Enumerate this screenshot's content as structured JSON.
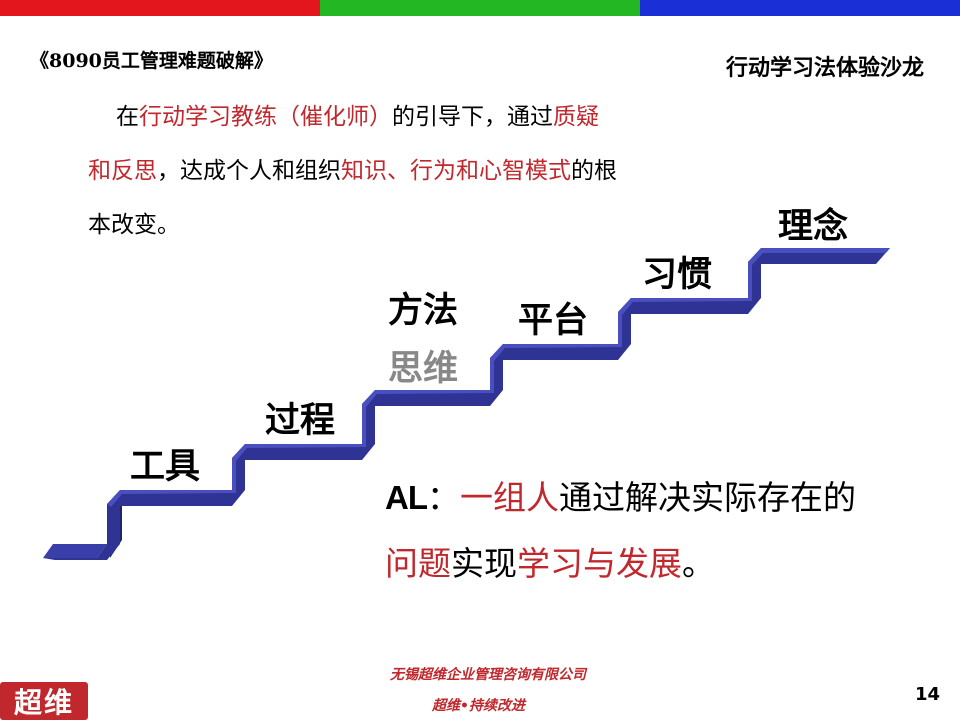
{
  "colors": {
    "bar_red": "#e3161e",
    "bar_green": "#23b823",
    "bar_blue": "#1a2fd6",
    "accent_red": "#c0282d",
    "stair_top": "#3a3ea8",
    "stair_riser": "#202566"
  },
  "header": {
    "book_title": "《8090员工管理难题破解》",
    "salon_title": "行动学习法体验沙龙"
  },
  "intro": {
    "p1_a": "在",
    "p1_b": "行动学习教练（催化师）",
    "p1_c": "的引导下，通过",
    "p1_d": "质疑和反思",
    "p1_e": "，达成个人和组织",
    "p1_f": "知识、行为和心智模式",
    "p1_g": "的根本改变。"
  },
  "steps": {
    "gongju": "工具",
    "guocheng": "过程",
    "fangfa": "方法",
    "siwei": "思维",
    "pingtai": "平台",
    "xiguan": "习惯",
    "linian": "理念"
  },
  "al": {
    "label": "AL",
    "colon": "：",
    "a": "一组人",
    "b": "通过解决实际存在的",
    "c": "问题",
    "d": "实现",
    "e": "学习与发展",
    "f": "。"
  },
  "footer": {
    "company": "无锡超维企业管理咨询有限公司",
    "slogan": "超维•持续改进",
    "logo_text": "超维",
    "page_number": "14"
  }
}
